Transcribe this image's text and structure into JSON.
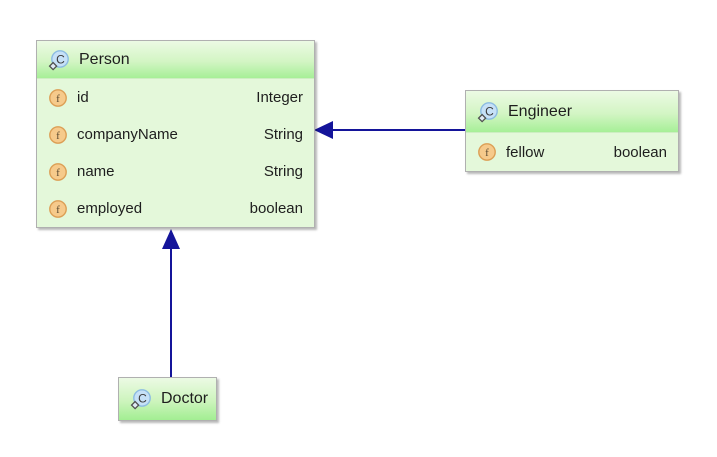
{
  "diagram": {
    "type": "uml-class-diagram",
    "classes": [
      {
        "name": "Person",
        "fields": [
          {
            "name": "id",
            "type": "Integer"
          },
          {
            "name": "companyName",
            "type": "String"
          },
          {
            "name": "name",
            "type": "String"
          },
          {
            "name": "employed",
            "type": "boolean"
          }
        ]
      },
      {
        "name": "Engineer",
        "fields": [
          {
            "name": "fellow",
            "type": "boolean"
          }
        ]
      },
      {
        "name": "Doctor",
        "fields": []
      }
    ],
    "relations": [
      {
        "from": "Engineer",
        "to": "Person",
        "kind": "extends",
        "arrow": "filled-triangle"
      },
      {
        "from": "Doctor",
        "to": "Person",
        "kind": "extends",
        "arrow": "filled-triangle"
      }
    ],
    "colors": {
      "header_gradient_top": "#ecfae4",
      "header_gradient_bottom": "#a6ef97",
      "body_background": "#e4f8da",
      "node_border": "#b0b0b0",
      "arrow": "#14149a",
      "class_icon_fill": "#c6e1f7",
      "class_icon_border": "#8cbce2",
      "field_icon_fill": "#f6ca8b",
      "field_icon_border": "#dc9f55",
      "text": "#1e1e1e"
    }
  }
}
